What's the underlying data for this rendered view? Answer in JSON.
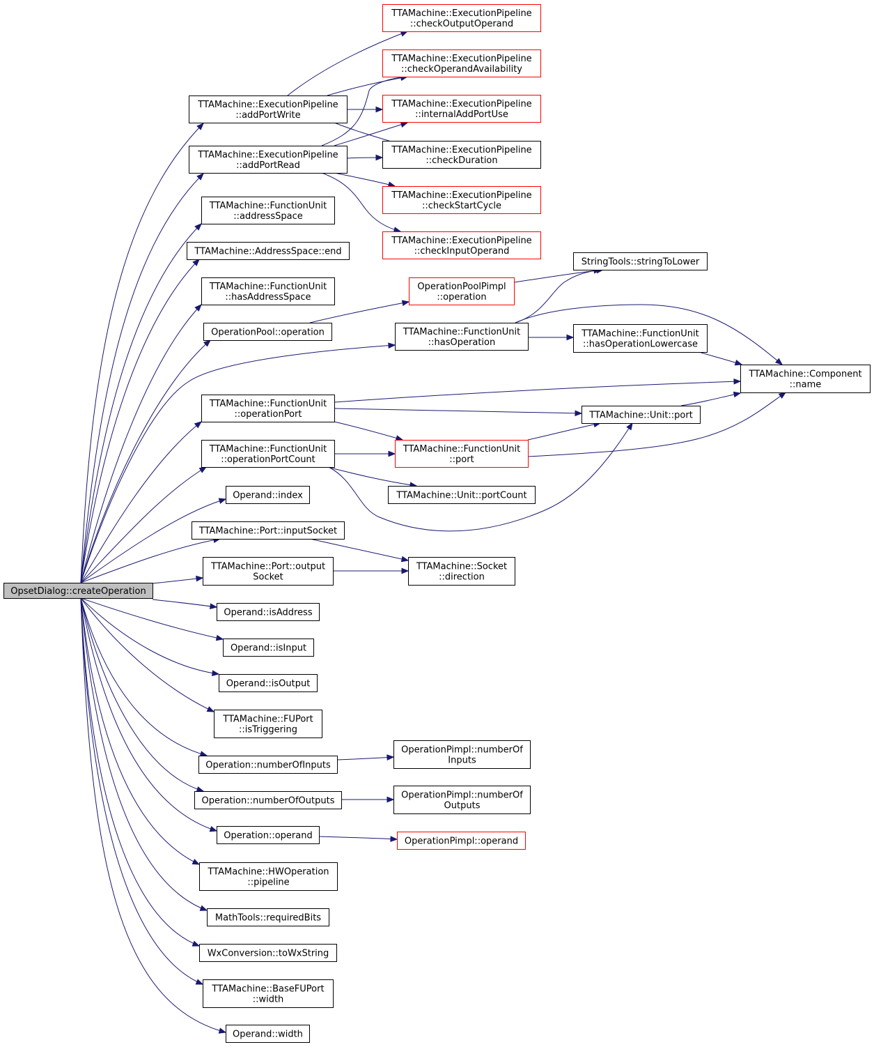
{
  "colors": {
    "edge": "#191970",
    "node_border": "#000000",
    "node_border_truncated": "#ff0000",
    "root_fill": "#bfbfbf",
    "node_fill": "#ffffff"
  },
  "nodes": {
    "root": {
      "lines": [
        "OpsetDialog::createOperation"
      ],
      "kind": "root"
    },
    "ep_cOO": {
      "lines": [
        "TTAMachine::ExecutionPipeline",
        "::checkOutputOperand"
      ],
      "kind": "truncated"
    },
    "ep_cOA": {
      "lines": [
        "TTAMachine::ExecutionPipeline",
        "::checkOperandAvailability"
      ],
      "kind": "truncated"
    },
    "ep_iAPU": {
      "lines": [
        "TTAMachine::ExecutionPipeline",
        "::internalAddPortUse"
      ],
      "kind": "truncated"
    },
    "ep_cD": {
      "lines": [
        "TTAMachine::ExecutionPipeline",
        "::checkDuration"
      ],
      "kind": "normal"
    },
    "ep_cSC": {
      "lines": [
        "TTAMachine::ExecutionPipeline",
        "::checkStartCycle"
      ],
      "kind": "truncated"
    },
    "ep_cIO": {
      "lines": [
        "TTAMachine::ExecutionPipeline",
        "::checkInputOperand"
      ],
      "kind": "truncated"
    },
    "ep_aPW": {
      "lines": [
        "TTAMachine::ExecutionPipeline",
        "::addPortWrite"
      ],
      "kind": "normal"
    },
    "ep_aPR": {
      "lines": [
        "TTAMachine::ExecutionPipeline",
        "::addPortRead"
      ],
      "kind": "normal"
    },
    "fu_aS": {
      "lines": [
        "TTAMachine::FunctionUnit",
        "::addressSpace"
      ],
      "kind": "normal"
    },
    "as_end": {
      "lines": [
        "TTAMachine::AddressSpace::end"
      ],
      "kind": "normal"
    },
    "fu_hAS": {
      "lines": [
        "TTAMachine::FunctionUnit",
        "::hasAddressSpace"
      ],
      "kind": "normal"
    },
    "op_pool": {
      "lines": [
        "OperationPool::operation"
      ],
      "kind": "normal"
    },
    "opp_op": {
      "lines": [
        "OperationPoolPimpl",
        "::operation"
      ],
      "kind": "truncated"
    },
    "st_lower": {
      "lines": [
        "StringTools::stringToLower"
      ],
      "kind": "normal"
    },
    "fu_hO": {
      "lines": [
        "TTAMachine::FunctionUnit",
        "::hasOperation"
      ],
      "kind": "normal"
    },
    "fu_hOL": {
      "lines": [
        "TTAMachine::FunctionUnit",
        "::hasOperationLowercase"
      ],
      "kind": "normal"
    },
    "comp_name": {
      "lines": [
        "TTAMachine::Component",
        "::name"
      ],
      "kind": "normal"
    },
    "fu_oP": {
      "lines": [
        "TTAMachine::FunctionUnit",
        "::operationPort"
      ],
      "kind": "normal"
    },
    "unit_port": {
      "lines": [
        "TTAMachine::Unit::port"
      ],
      "kind": "normal"
    },
    "fu_oPC": {
      "lines": [
        "TTAMachine::FunctionUnit",
        "::operationPortCount"
      ],
      "kind": "normal"
    },
    "fu_port": {
      "lines": [
        "TTAMachine::FunctionUnit",
        "::port"
      ],
      "kind": "truncated"
    },
    "unit_pc": {
      "lines": [
        "TTAMachine::Unit::portCount"
      ],
      "kind": "normal"
    },
    "opd_index": {
      "lines": [
        "Operand::index"
      ],
      "kind": "normal"
    },
    "port_iS": {
      "lines": [
        "TTAMachine::Port::inputSocket"
      ],
      "kind": "normal"
    },
    "port_oS": {
      "lines": [
        "TTAMachine::Port::output",
        "Socket"
      ],
      "kind": "normal"
    },
    "sock_dir": {
      "lines": [
        "TTAMachine::Socket",
        "::direction"
      ],
      "kind": "normal"
    },
    "opd_isAddr": {
      "lines": [
        "Operand::isAddress"
      ],
      "kind": "normal"
    },
    "opd_isIn": {
      "lines": [
        "Operand::isInput"
      ],
      "kind": "normal"
    },
    "opd_isOut": {
      "lines": [
        "Operand::isOutput"
      ],
      "kind": "normal"
    },
    "fup_isTrig": {
      "lines": [
        "TTAMachine::FUPort",
        "::isTriggering"
      ],
      "kind": "normal"
    },
    "op_nIn": {
      "lines": [
        "Operation::numberOfInputs"
      ],
      "kind": "normal"
    },
    "opi_nIn": {
      "lines": [
        "OperationPimpl::numberOf",
        "Inputs"
      ],
      "kind": "normal"
    },
    "op_nOut": {
      "lines": [
        "Operation::numberOfOutputs"
      ],
      "kind": "normal"
    },
    "opi_nOut": {
      "lines": [
        "OperationPimpl::numberOf",
        "Outputs"
      ],
      "kind": "normal"
    },
    "op_operand": {
      "lines": [
        "Operation::operand"
      ],
      "kind": "normal"
    },
    "opi_operand": {
      "lines": [
        "OperationPimpl::operand"
      ],
      "kind": "truncated"
    },
    "hwop_pipe": {
      "lines": [
        "TTAMachine::HWOperation",
        "::pipeline"
      ],
      "kind": "normal"
    },
    "math_rb": {
      "lines": [
        "MathTools::requiredBits"
      ],
      "kind": "normal"
    },
    "wx_str": {
      "lines": [
        "WxConversion::toWxString"
      ],
      "kind": "normal"
    },
    "bfup_width": {
      "lines": [
        "TTAMachine::BaseFUPort",
        "::width"
      ],
      "kind": "normal"
    },
    "opd_width": {
      "lines": [
        "Operand::width"
      ],
      "kind": "normal"
    }
  },
  "edges": [
    [
      "root",
      "ep_aPW"
    ],
    [
      "root",
      "ep_aPR"
    ],
    [
      "root",
      "fu_aS"
    ],
    [
      "root",
      "as_end"
    ],
    [
      "root",
      "fu_hAS"
    ],
    [
      "root",
      "op_pool"
    ],
    [
      "root",
      "fu_hO"
    ],
    [
      "root",
      "fu_oP"
    ],
    [
      "root",
      "fu_oPC"
    ],
    [
      "root",
      "opd_index"
    ],
    [
      "root",
      "port_iS"
    ],
    [
      "root",
      "port_oS"
    ],
    [
      "root",
      "opd_isAddr"
    ],
    [
      "root",
      "opd_isIn"
    ],
    [
      "root",
      "opd_isOut"
    ],
    [
      "root",
      "fup_isTrig"
    ],
    [
      "root",
      "op_nIn"
    ],
    [
      "root",
      "op_nOut"
    ],
    [
      "root",
      "op_operand"
    ],
    [
      "root",
      "hwop_pipe"
    ],
    [
      "root",
      "math_rb"
    ],
    [
      "root",
      "wx_str"
    ],
    [
      "root",
      "bfup_width"
    ],
    [
      "root",
      "opd_width"
    ],
    [
      "ep_aPW",
      "ep_cOO"
    ],
    [
      "ep_aPW",
      "ep_cOA"
    ],
    [
      "ep_aPW",
      "ep_iAPU"
    ],
    [
      "ep_aPW",
      "ep_cD"
    ],
    [
      "ep_aPR",
      "ep_cOA"
    ],
    [
      "ep_aPR",
      "ep_iAPU"
    ],
    [
      "ep_aPR",
      "ep_cD"
    ],
    [
      "ep_aPR",
      "ep_cSC"
    ],
    [
      "ep_aPR",
      "ep_cIO"
    ],
    [
      "op_pool",
      "opp_op"
    ],
    [
      "opp_op",
      "st_lower"
    ],
    [
      "fu_hO",
      "st_lower"
    ],
    [
      "fu_hO",
      "fu_hOL"
    ],
    [
      "fu_hO",
      "comp_name"
    ],
    [
      "fu_hOL",
      "comp_name"
    ],
    [
      "fu_oP",
      "comp_name"
    ],
    [
      "fu_oP",
      "unit_port"
    ],
    [
      "fu_oP",
      "fu_port"
    ],
    [
      "unit_port",
      "comp_name"
    ],
    [
      "fu_oPC",
      "fu_port"
    ],
    [
      "fu_oPC",
      "unit_pc"
    ],
    [
      "fu_oPC",
      "unit_port"
    ],
    [
      "fu_port",
      "unit_port"
    ],
    [
      "fu_port",
      "comp_name"
    ],
    [
      "port_iS",
      "sock_dir"
    ],
    [
      "port_oS",
      "sock_dir"
    ],
    [
      "op_nIn",
      "opi_nIn"
    ],
    [
      "op_nOut",
      "opi_nOut"
    ],
    [
      "op_operand",
      "opi_operand"
    ]
  ]
}
